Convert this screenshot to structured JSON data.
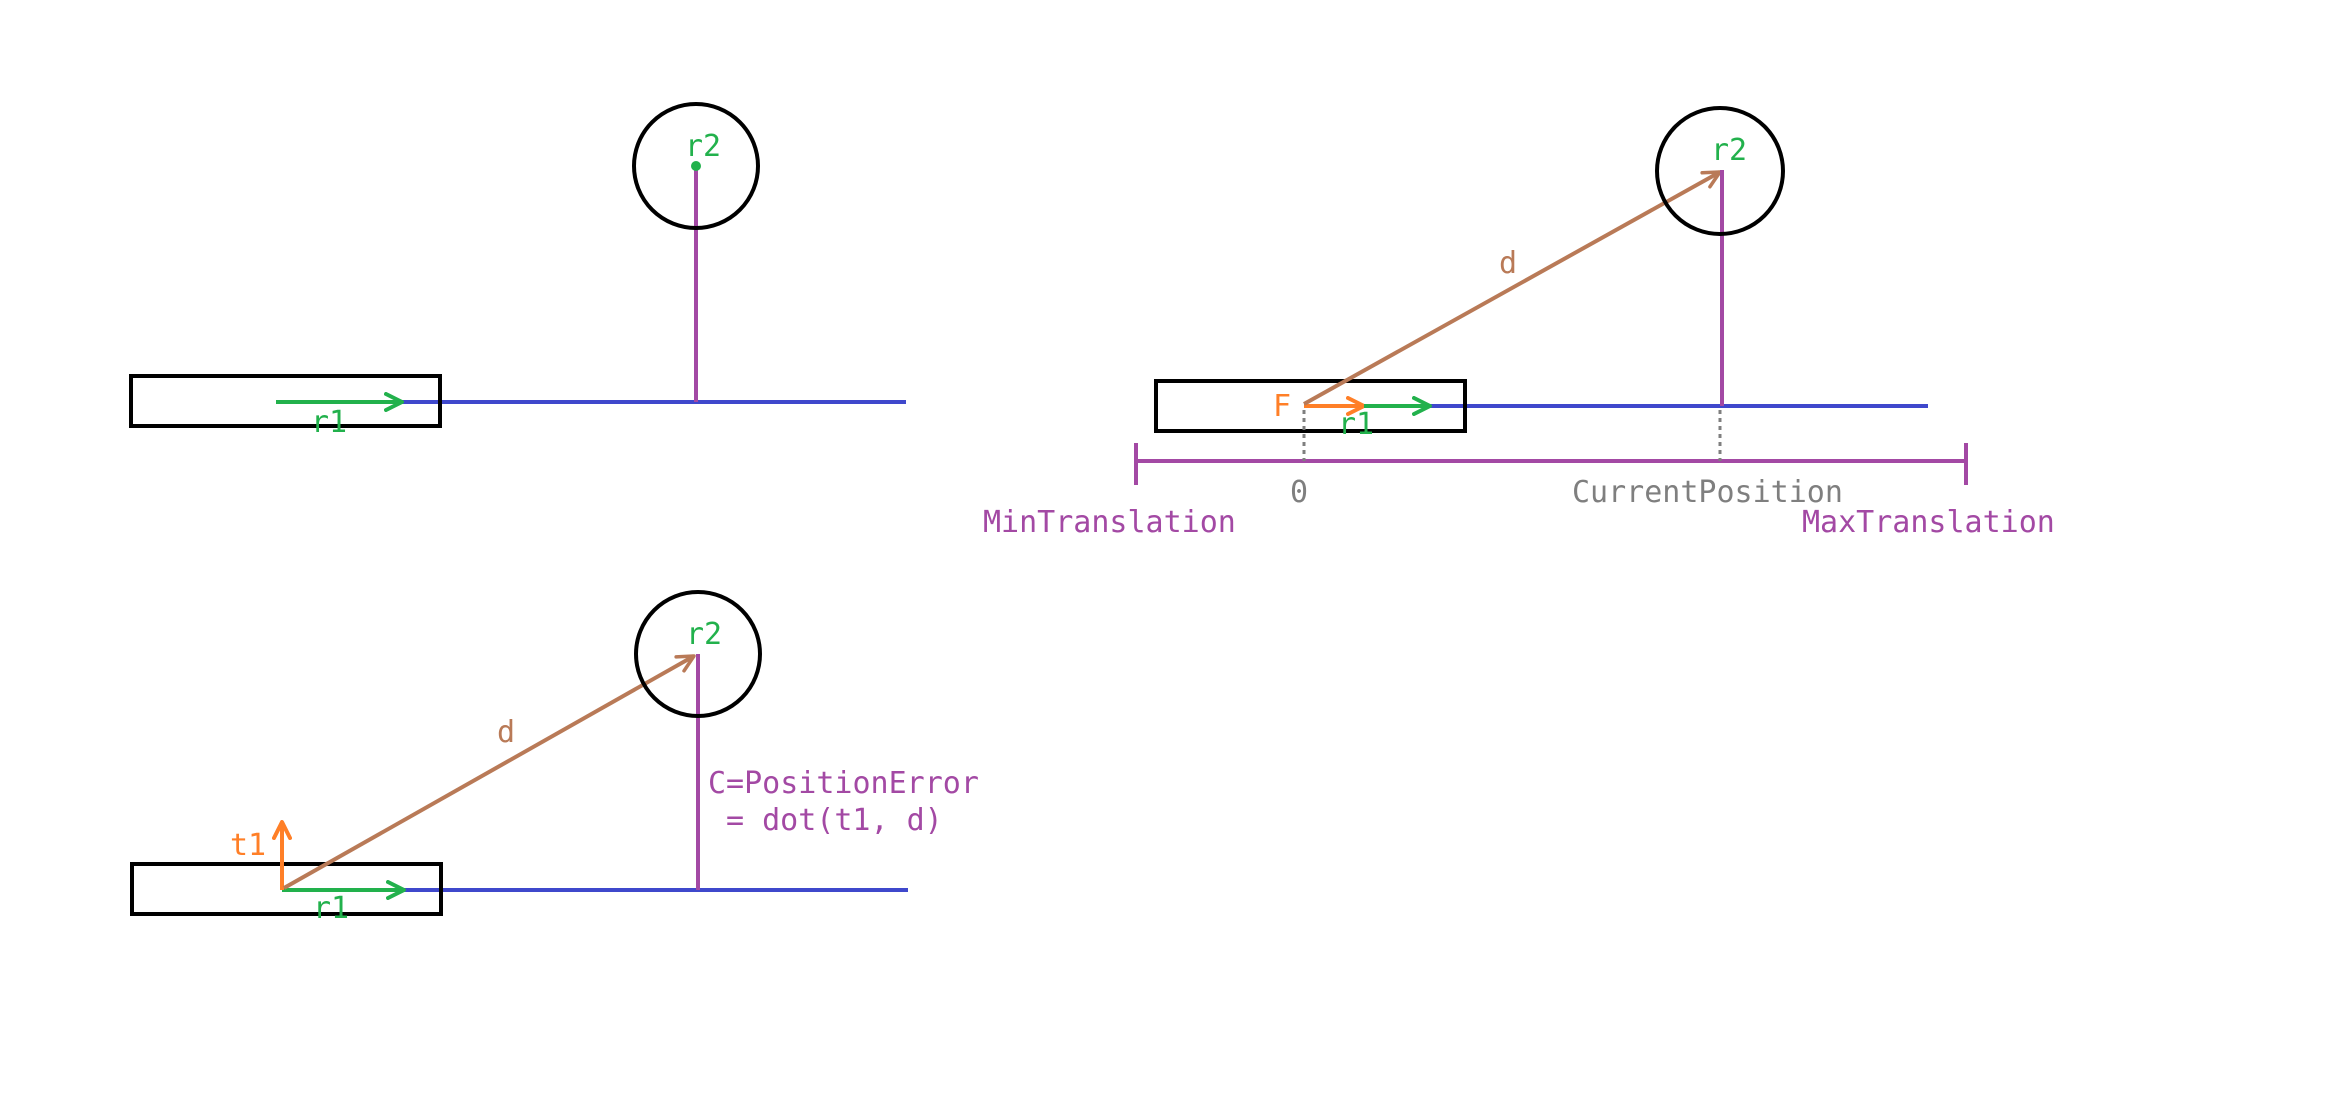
{
  "colors": {
    "outline": "#000000",
    "axis": "#3f48cc",
    "r1": "#22b14c",
    "r2": "#22b14c",
    "perp": "#a349a4",
    "d": "#b97a57",
    "force": "#ff7f27",
    "position": "#7f7f7f",
    "limits": "#a349a4"
  },
  "diagram_top_left": {
    "r1_label": "r1",
    "r2_label": "r2"
  },
  "diagram_bottom_left": {
    "r1_label": "r1",
    "r2_label": "r2",
    "d_label": "d",
    "t1_label": "t1",
    "constraint_line1": "C=PositionError",
    "constraint_line2": "= dot(t1, d)"
  },
  "diagram_right": {
    "r1_label": "r1",
    "r2_label": "r2",
    "d_label": "d",
    "force_label": "F",
    "zero_label": "0",
    "current_position_label": "CurrentPosition",
    "min_translation_label": "MinTranslation",
    "max_translation_label": "MaxTranslation"
  }
}
